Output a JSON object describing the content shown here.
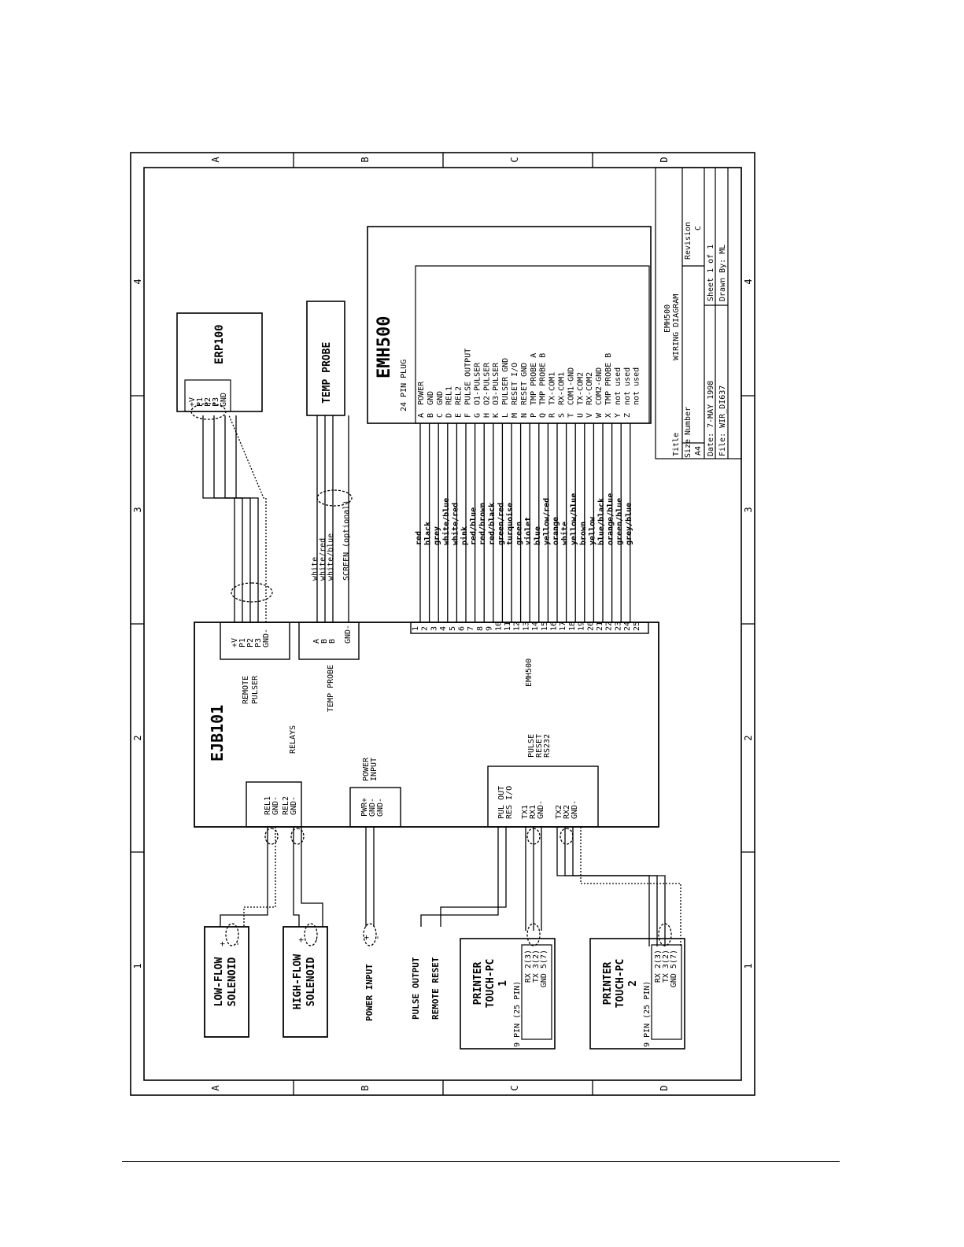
{
  "frame": {
    "zones_top": [
      "1",
      "2",
      "3",
      "4"
    ],
    "zones_bottom": [
      "1",
      "2",
      "3",
      "4"
    ],
    "rows_left": [
      "A",
      "B",
      "C",
      "D"
    ],
    "rows_right": [
      "A",
      "B",
      "C",
      "D"
    ]
  },
  "components": {
    "low_flow": {
      "line1": "LOW-FLOW",
      "line2": "SOLENOID",
      "plus": "+",
      "minus": "-"
    },
    "high_flow": {
      "line1": "HIGH-FLOW",
      "line2": "SOLENOID",
      "plus": "+",
      "minus": "-"
    },
    "power_input": {
      "label": "POWER INPUT",
      "plus": "+",
      "minus": "-"
    },
    "pulse_output": "PULSE OUTPUT",
    "remote_reset": "REMOTE RESET",
    "printer1": {
      "line1": "PRINTER",
      "line2": "TOUCH-PC",
      "line3": "1",
      "pinhdr": "9 PIN (25 PIN)",
      "pins": [
        "RX 2(3)",
        "TX 3(2)",
        "GND 5(7)"
      ]
    },
    "printer2": {
      "line1": "PRINTER",
      "line2": "TOUCH-PC",
      "line3": "2",
      "pinhdr": "9 PIN (25 PIN)",
      "pins": [
        "RX 2(3)",
        "TX 3(2)",
        "GND 5(7)"
      ]
    },
    "erp100": {
      "title": "ERP100",
      "pins": [
        "+V",
        "P1",
        "P2",
        "P3",
        "GND"
      ]
    },
    "temp_probe": {
      "title": "TEMP PROBE"
    },
    "emh500": {
      "title": "EMH500",
      "subtitle": "24 PIN PLUG",
      "letters": [
        "A",
        "B",
        "C",
        "D",
        "E",
        "F",
        "G",
        "H",
        "K",
        "L",
        "M",
        "N",
        "P",
        "Q",
        "R",
        "S",
        "T",
        "U",
        "V",
        "W",
        "X",
        "Y",
        "Z"
      ],
      "signals": [
        "POWER",
        "GND",
        "GND",
        "REL1",
        "REL2",
        "PULSE OUTPUT",
        "O1-PULSER",
        "O2-PULSER",
        "O3-PULSER",
        "PULSER GND",
        "RESET I/O",
        "RESET GND",
        "TMP PROBE A",
        "TMP PROBE B",
        "TX-COM1",
        "RX-COM1",
        "COM1-GND",
        "TX-COM2",
        "RX-COM2",
        "COM2-GND",
        "TMP PROBE B",
        "not used",
        "not used",
        "not used"
      ]
    }
  },
  "ejb101": {
    "title": "EJB101",
    "relays_label": "RELAYS",
    "relays_pins": [
      "REL1",
      "GND-",
      "REL2",
      "GND-"
    ],
    "power_label": [
      "POWER",
      "INPUT"
    ],
    "power_pins": [
      "PWR+",
      "GND-",
      "GND-"
    ],
    "io_label": [
      "PULSE",
      "RESET",
      "RS232"
    ],
    "io_pins": [
      "PUL OUT",
      "RES I/O",
      "TX1",
      "RX1",
      "GND-",
      "TX2",
      "RX2",
      "GND-"
    ],
    "remote_label": [
      "REMOTE",
      "PULSER"
    ],
    "remote_pins": [
      "+V",
      "P1",
      "P2",
      "P3",
      "GND-"
    ],
    "temp_label": "TEMP PROBE",
    "temp_pins": [
      "A",
      "B",
      "B",
      "GND-"
    ],
    "emh_label": "EMH500",
    "emh_pins": [
      "1",
      "2",
      "3",
      "4",
      "5",
      "6",
      "7",
      "8",
      "9",
      "10",
      "11",
      "12",
      "13",
      "14",
      "15",
      "16",
      "17",
      "18",
      "19",
      "20",
      "21",
      "22",
      "23",
      "24",
      "25"
    ]
  },
  "wires": {
    "probe": [
      "white",
      "white/red",
      "white/blue",
      "SCREEN (optional)"
    ],
    "colors": [
      "red",
      "black",
      "grey",
      "white/blue",
      "white/red",
      "pink",
      "red/blue",
      "red/brown",
      "red/black",
      "green/red",
      "turquoise",
      "green",
      "violet",
      "blue",
      "yellow/red",
      "orange",
      "white",
      "yellow/blue",
      "brown",
      "yellow",
      "blue/black",
      "orange/blue",
      "green/blue",
      "grey/blue"
    ]
  },
  "title_block": {
    "title_label": "Title",
    "title": "EMH500",
    "subtitle": "WIRING DIAGRAM",
    "size_label": "Size",
    "size": "A4",
    "number_label": "Number",
    "revision_label": "Revision",
    "revision": "C",
    "date": "Date: 7-MAY 1998",
    "sheet": "Sheet 1 of 1",
    "file": "File: WIR_DI637",
    "drawn": "Drawn By: ML"
  }
}
